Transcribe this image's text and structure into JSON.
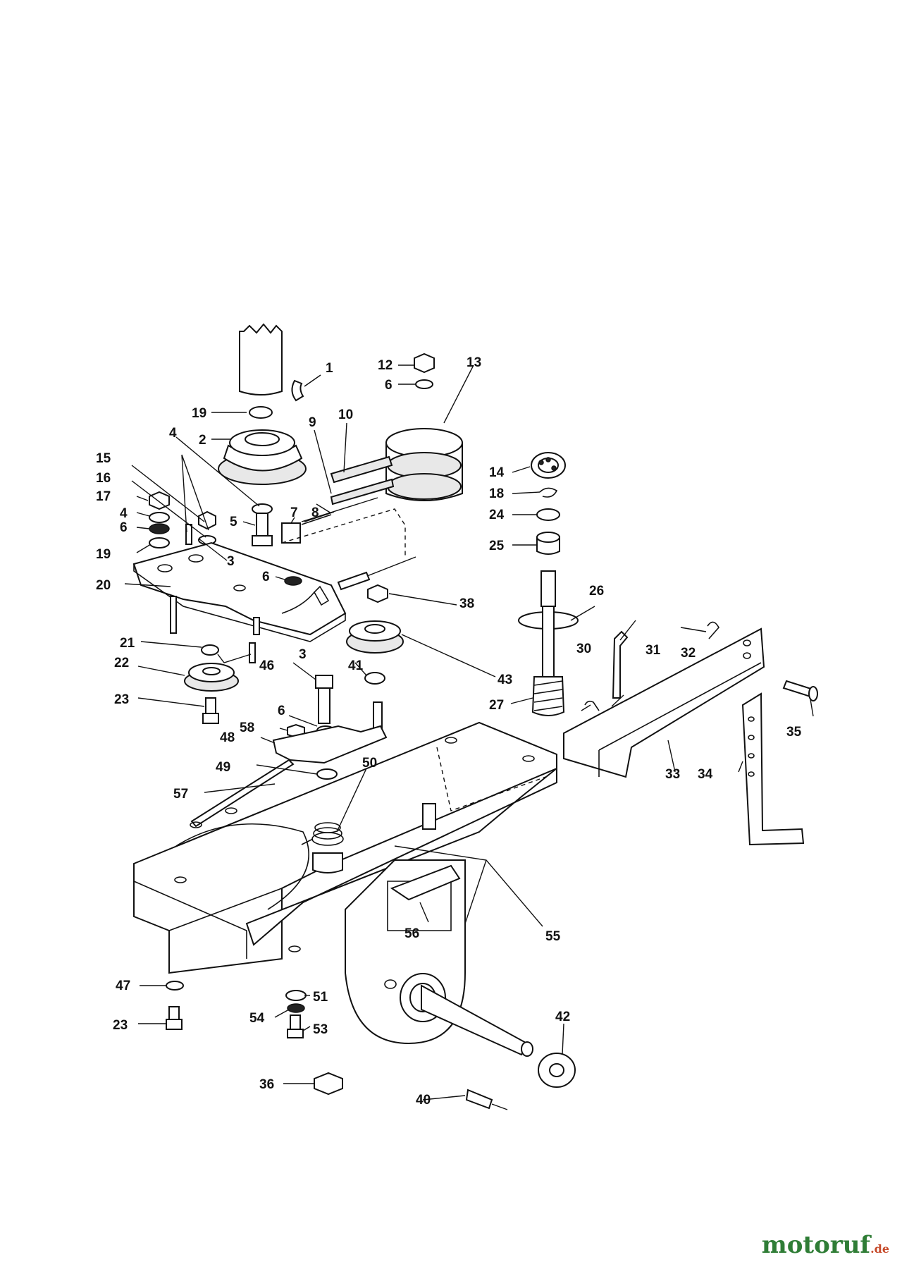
{
  "watermark": {
    "main": "motoruf",
    "suffix": ".de",
    "main_color": "#2f7d36",
    "suffix_color": "#c64a2a"
  },
  "labels": [
    "1",
    "2",
    "3",
    "3",
    "4",
    "4",
    "5",
    "6",
    "6",
    "6",
    "6",
    "7",
    "8",
    "9",
    "10",
    "12",
    "13",
    "14",
    "15",
    "16",
    "17",
    "18",
    "19",
    "19",
    "20",
    "21",
    "22",
    "23",
    "23",
    "24",
    "25",
    "26",
    "27",
    "30",
    "31",
    "32",
    "33",
    "34",
    "35",
    "36",
    "38",
    "40",
    "41",
    "42",
    "43",
    "46",
    "47",
    "48",
    "49",
    "50",
    "51",
    "53",
    "54",
    "55",
    "56",
    "57",
    "58"
  ]
}
